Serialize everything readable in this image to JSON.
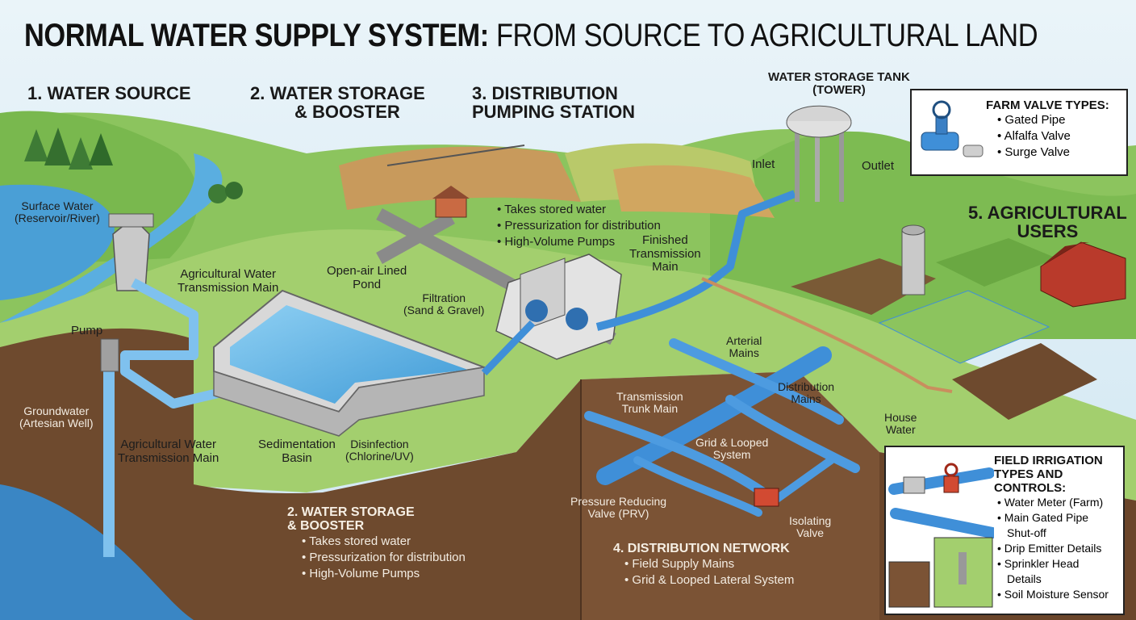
{
  "title": {
    "bold": "NORMAL WATER SUPPLY SYSTEM:",
    "rest": "FROM SOURCE TO AGRICULTURAL LAND"
  },
  "sections": {
    "source": "1. WATER SOURCE",
    "storage_line1": "2. WATER STORAGE",
    "storage_line2": "& BOOSTER",
    "pumping_line1": "3. DISTRIBUTION",
    "pumping_line2": "PUMPING STATION",
    "agri_line1": "5. AGRICULTURAL",
    "agri_line2": "USERS",
    "tank_line1": "WATER STORAGE TANK",
    "tank_line2": "(TOWER)"
  },
  "labels": {
    "surface_water_1": "Surface Water",
    "surface_water_2": "(Reservoir/River)",
    "agri_main_upper_1": "Agricultural Water",
    "agri_main_upper_2": "Transmission Main",
    "pump": "Pump",
    "groundwater_1": "Groundwater",
    "groundwater_2": "(Artesian Well)",
    "agri_main_lower_1": "Agricultural Water",
    "agri_main_lower_2": "Transmission Main",
    "pond_1": "Open-air Lined",
    "pond_2": "Pond",
    "filtration_1": "Filtration",
    "filtration_2": "(Sand & Gravel)",
    "sedimentation_1": "Sedimentation",
    "sedimentation_2": "Basin",
    "disinfection_1": "Disinfection",
    "disinfection_2": "(Chlorine/UV)",
    "finished_1": "Finished",
    "finished_2": "Transmission",
    "finished_3": "Main",
    "inlet": "Inlet",
    "outlet": "Outlet",
    "arterial_1": "Arterial",
    "arterial_2": "Mains",
    "distribution_mains_1": "Distribution",
    "distribution_mains_2": "Mains",
    "trunk_1": "Transmission",
    "trunk_2": "Trunk Main",
    "grid_1": "Grid & Looped",
    "grid_2": "System",
    "prv_1": "Pressure Reducing",
    "prv_2": "Valve (PRV)",
    "isolating_1": "Isolating",
    "isolating_2": "Valve",
    "house_1": "House",
    "house_2": "Water"
  },
  "pumping_bullets": [
    "Takes stored water",
    "Pressurization for distribution",
    "High-Volume Pumps"
  ],
  "lower_storage": {
    "heading_1": "2. WATER STORAGE",
    "heading_2": "& BOOSTER",
    "bullets": [
      "Takes stored water",
      "Pressurization for distribution",
      "High-Volume Pumps"
    ]
  },
  "distribution_network": {
    "heading": "4. DISTRIBUTION NETWORK",
    "bullets": [
      "Field Supply Mains",
      "Grid & Looped Lateral System"
    ]
  },
  "farm_valves": {
    "heading": "FARM VALVE TYPES:",
    "items": [
      "Gated Pipe",
      "Alfalfa Valve",
      "Surge Valve"
    ]
  },
  "field_irrigation": {
    "heading_1": "FIELD IRRIGATION",
    "heading_2": "TYPES AND CONTROLS:",
    "items": [
      [
        "Water Meter (Farm)"
      ],
      [
        "Main Gated Pipe",
        "Shut-off"
      ],
      [
        "Drip Emitter Details"
      ],
      [
        "Sprinkler Head",
        "Details"
      ],
      [
        "Soil Moisture Sensor"
      ]
    ]
  },
  "colors": {
    "sky": "#dfeef6",
    "grass": "#8cc45e",
    "hill": "#6fae48",
    "soil": "#6e4a2e",
    "water": "#4a9fd6",
    "pipe": "#3f8fd8",
    "outline": "#222222"
  }
}
